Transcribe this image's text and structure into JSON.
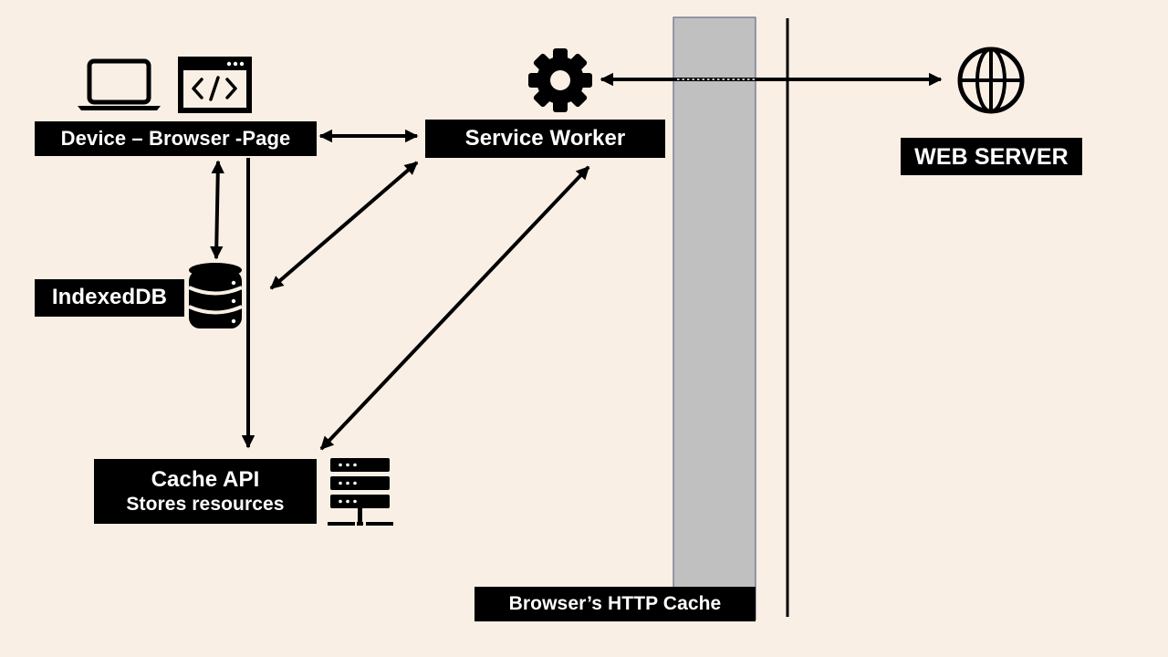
{
  "nodes": {
    "device_browser_page": "Device – Browser -Page",
    "service_worker": "Service Worker",
    "web_server": "WEB SERVER",
    "indexeddb": "IndexedDB",
    "cache_api_title": "Cache API",
    "cache_api_subtitle": "Stores resources",
    "browser_http_cache": "Browser’s HTTP Cache"
  },
  "icons": {
    "device": "laptop-icon",
    "browser_page": "code-window-icon",
    "service_worker": "gear-icon",
    "web_server": "globe-icon",
    "indexeddb": "database-icon",
    "cache_api": "server-rack-icon"
  },
  "colors": {
    "background": "#f9efe5",
    "label_fill": "#000000",
    "label_text": "#ffffff",
    "http_cache_column": "#c0c0c0"
  }
}
